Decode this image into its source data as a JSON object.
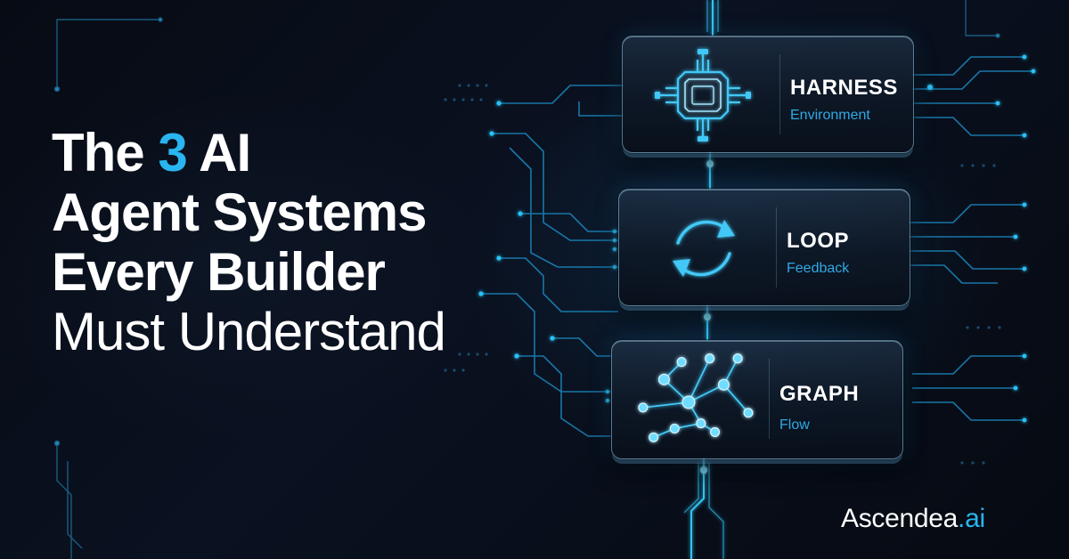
{
  "headline": {
    "line1_before": "The ",
    "line1_accent": "3",
    "line1_after": " AI",
    "line2": "Agent Systems",
    "line3": "Every Builder",
    "line4": "Must Understand"
  },
  "cards": [
    {
      "title": "HARNESS",
      "subtitle": "Environment",
      "icon": "chip-icon"
    },
    {
      "title": "LOOP",
      "subtitle": "Feedback",
      "icon": "cycle-arrows-icon"
    },
    {
      "title": "GRAPH",
      "subtitle": "Flow",
      "icon": "node-graph-icon"
    }
  ],
  "brand": {
    "name": "Ascendea",
    "suffix": ".ai"
  },
  "colors": {
    "background": "#070b14",
    "accent": "#29b5ef",
    "text": "#ffffff",
    "subtitle": "#2fa9e4"
  }
}
